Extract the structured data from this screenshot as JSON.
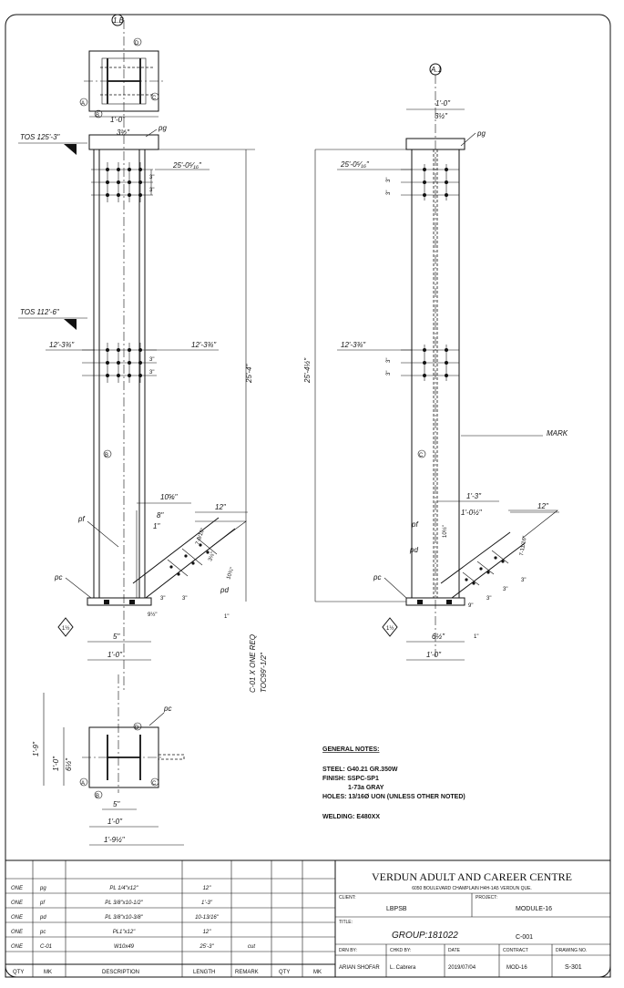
{
  "left": {
    "grid_top": "1.B",
    "plan_tag_a": "A",
    "plan_tag_b": "B",
    "plan_tag_c": "C",
    "plan_tag_d": "D",
    "dim_top_width": "1'-0\"",
    "dim_top_half": "3½\"",
    "lbl_pg": "pg",
    "tos_upper": "TOS 125'-3\"",
    "dim_upper_elev": "25'-0⁵⁄₁₆\"",
    "dim_bolt_space_1": "3\"",
    "dim_bolt_space_2": "3\"",
    "dim_overall": "25'-4\"",
    "tos_lower": "TOS 112'-6\"",
    "dim_mid_elev_l": "12'-3¾\"",
    "dim_mid_elev_r": "12'-3¾\"",
    "dim_bolt_space_3": "3\"",
    "dim_bolt_space_4": "3\"",
    "col_mark": "B",
    "dim_brace_a": "10⅝\"",
    "dim_brace_b": "12\"",
    "dim_brace_c": "8\"",
    "dim_brace_d": "1\"",
    "dim_brace_e": "7-9/16\"",
    "dim_brace_f": "3½\"",
    "dim_brace_g": "10¾\"",
    "dim_brace_h": "3\"",
    "dim_brace_i": "3\"",
    "dim_brace_j": "9½\"",
    "dim_brace_k": "1\"",
    "lbl_pd": "pd",
    "lbl_pf": "pf",
    "lbl_pc": "pc",
    "base_tag": "1½",
    "dim_base_half": "5\"",
    "dim_base_width": "1'-0\"",
    "note_vertical_1": "C-01 X ONE REQ",
    "note_vertical_2": "TOC99'-1/2\"",
    "dim_plan_height": "1'-9\"",
    "dim_plan_inner": "1'-0\"",
    "dim_plan_offset": "6½\"",
    "dim_plan_five": "5\"",
    "dim_plan_width": "1'-0\"",
    "dim_plan_overall": "1'-9½\""
  },
  "right": {
    "grid_top": "A.1",
    "dim_top_width": "1'-0\"",
    "dim_top_half": "3½\"",
    "lbl_pg": "pg",
    "dim_overall": "25'-4½\"",
    "dim_upper_elev": "25'-0⁵⁄₁₆\"",
    "dim_bolt_space_1": "3\"",
    "dim_bolt_space_2": "3\"",
    "dim_mid_elev": "12'-3¾\"",
    "dim_bolt_space_3": "3\"",
    "dim_bolt_space_4": "3\"",
    "lbl_mark": "MARK",
    "col_mark": "C",
    "dim_brace_a": "1'-3\"",
    "dim_brace_b": "1'-0½\"",
    "dim_brace_c": "12\"",
    "dim_brace_d": "10½\"",
    "dim_brace_e": "7-11/16\"",
    "dim_brace_f": "9\"",
    "dim_brace_g": "3\"",
    "dim_brace_h": "3\"",
    "dim_brace_i": "3\"",
    "dim_brace_j": "1\"",
    "lbl_pf": "pf",
    "lbl_pd": "pd",
    "lbl_pc": "pc",
    "base_tag": "1½",
    "dim_base_half": "6½\"",
    "dim_base_width": "1'-0\""
  },
  "notes": {
    "title": "GENERAL NOTES:",
    "line1": "STEEL: G40.21 GR.350W",
    "line2": "FINISH: SSPC-SP1",
    "line3": "1-73a GRAY",
    "line4": "HOLES: 13/16Ø UON (UNLESS OTHER NOTED)",
    "line5": "WELDING: E480XX"
  },
  "bom": {
    "headers": [
      "QTY",
      "MK",
      "DESCRIPTION",
      "LENGTH",
      "REMARK",
      "QTY",
      "MK"
    ],
    "rows": [
      {
        "qty": "ONE",
        "mk": "pg",
        "desc": "PL 1/4\"x12\"",
        "length": "12\"",
        "remark": ""
      },
      {
        "qty": "ONE",
        "mk": "pf",
        "desc": "PL 3/8\"x10-1/2\"",
        "length": "1'-3\"",
        "remark": ""
      },
      {
        "qty": "ONE",
        "mk": "pd",
        "desc": "PL 3/8\"x10-3/8\"",
        "length": "10-13/16\"",
        "remark": ""
      },
      {
        "qty": "ONE",
        "mk": "pc",
        "desc": "PL1\"x12\"",
        "length": "12\"",
        "remark": ""
      },
      {
        "qty": "ONE",
        "mk": "C-01",
        "desc": "W10x49",
        "length": "25'-3\"",
        "remark": "cut"
      }
    ]
  },
  "title": {
    "project_name": "VERDUN ADULT AND CAREER CENTRE",
    "address": "6050 BOULEVARD CHAMPLAIN H4H-1A5 VERDUN QUE.",
    "client_label": "CLIENT:",
    "client": "LBPSB",
    "project_label": "PROJECT:",
    "project": "MODULE-16",
    "title_label": "TITLE:",
    "group": "GROUP:181022",
    "mark": "C-001",
    "drawn_label": "DRN BY:",
    "checked_label": "CHKD BY:",
    "date_label": "DATE",
    "contract_label": "CONTRACT",
    "drawing_label": "DRAWING NO.",
    "drawn": "ARIAN SHOFAR",
    "checked": "L. Cabrera",
    "date": "2019/07/04",
    "contract": "MOD-16",
    "drawing_no": "S-301"
  }
}
